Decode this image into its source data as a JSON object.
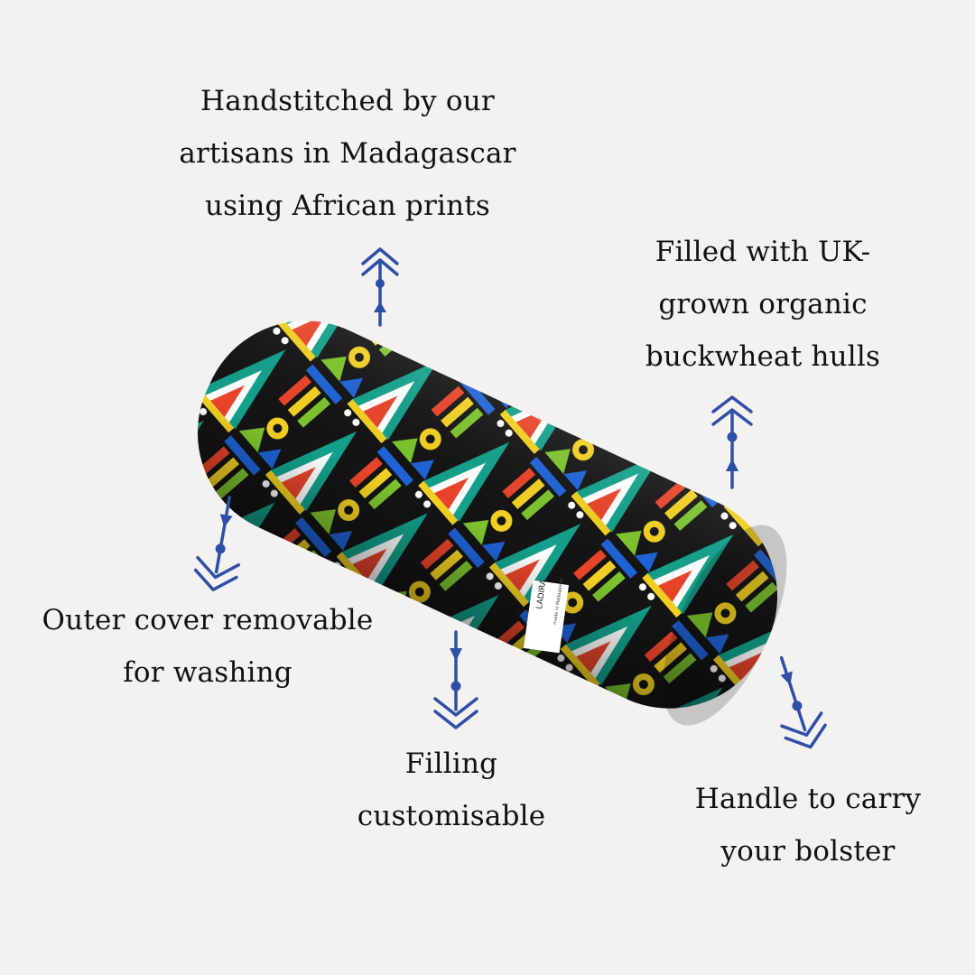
{
  "callouts": {
    "handstitched": {
      "lines": [
        "Handstitched by our",
        "artisans in Madagascar",
        "using African prints"
      ]
    },
    "filling_material": {
      "lines": [
        "Filled with UK-",
        "grown organic",
        "buckwheat hulls"
      ]
    },
    "outer_cover": {
      "lines": [
        "Outer cover removable",
        "for washing"
      ]
    },
    "filling_custom": {
      "lines": [
        "Filling",
        "customisable"
      ]
    },
    "handle": {
      "lines": [
        "Handle to carry",
        "your bolster"
      ]
    }
  },
  "product": {
    "label_brand": "LADIRA",
    "label_sub": "made in Madagascar"
  },
  "colors": {
    "background": "#f3f2f1",
    "text": "#111111",
    "arrow": "#2f4fa6",
    "fabric_base": "#141414",
    "fabric_teal": "#13a08a",
    "fabric_red": "#e8442a",
    "fabric_yellow": "#f2d022",
    "fabric_blue": "#1f63d8",
    "fabric_green": "#7cc42e"
  },
  "icons": {
    "arrow_up": "double-chevron-arrow-up-icon",
    "arrow_down": "double-chevron-arrow-down-icon"
  }
}
